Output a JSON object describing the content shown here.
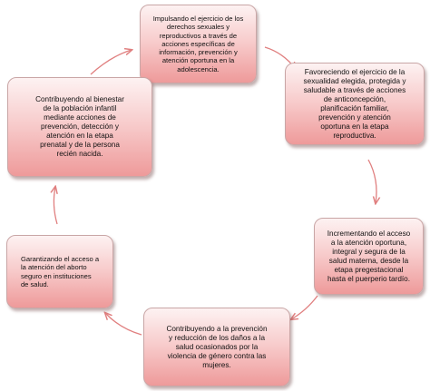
{
  "diagram": {
    "nodes": [
      {
        "id": "n1",
        "text": "Impulsando el ejercicio de los\nderechos sexuales y\nreproductivos a través de\nacciones específicas de\ninformación, prevención y\natención oportuna en la\nadolescencia."
      },
      {
        "id": "n2",
        "text": "Favoreciendo el ejercicio de la\nsexualidad elegida, protegida y\nsaludable a través de acciones\nde anticoncepción,\nplanificación familiar,\nprevención y atención\noportuna en la etapa\nreproductiva."
      },
      {
        "id": "n3",
        "text": "Incrementando el acceso\na la atención oportuna,\nintegral y segura de la\nsalud materna, desde la\netapa pregestacional\nhasta el puerperio tardío."
      },
      {
        "id": "n4",
        "text": "Contribuyendo a la prevención\ny reducción de los daños a la\nsalud ocasionados por la\nviolencia de género contra las\nmujeres."
      },
      {
        "id": "n5",
        "text": "Garantizando el acceso a\nla atención del aborto\nseguro en instituciones\nde salud."
      },
      {
        "id": "n6",
        "text": "Contribuyendo al bienestar\nde la población infantil\nmediante acciones de\nprevención, detección y\natención en la etapa\nprenatal y de la persona\nrecién nacida."
      }
    ],
    "connector_color": "#e07f7f",
    "node_colors": {
      "top": "#fdf2f2",
      "middle": "#f7c9c9",
      "bottom": "#ee9a9a"
    }
  }
}
